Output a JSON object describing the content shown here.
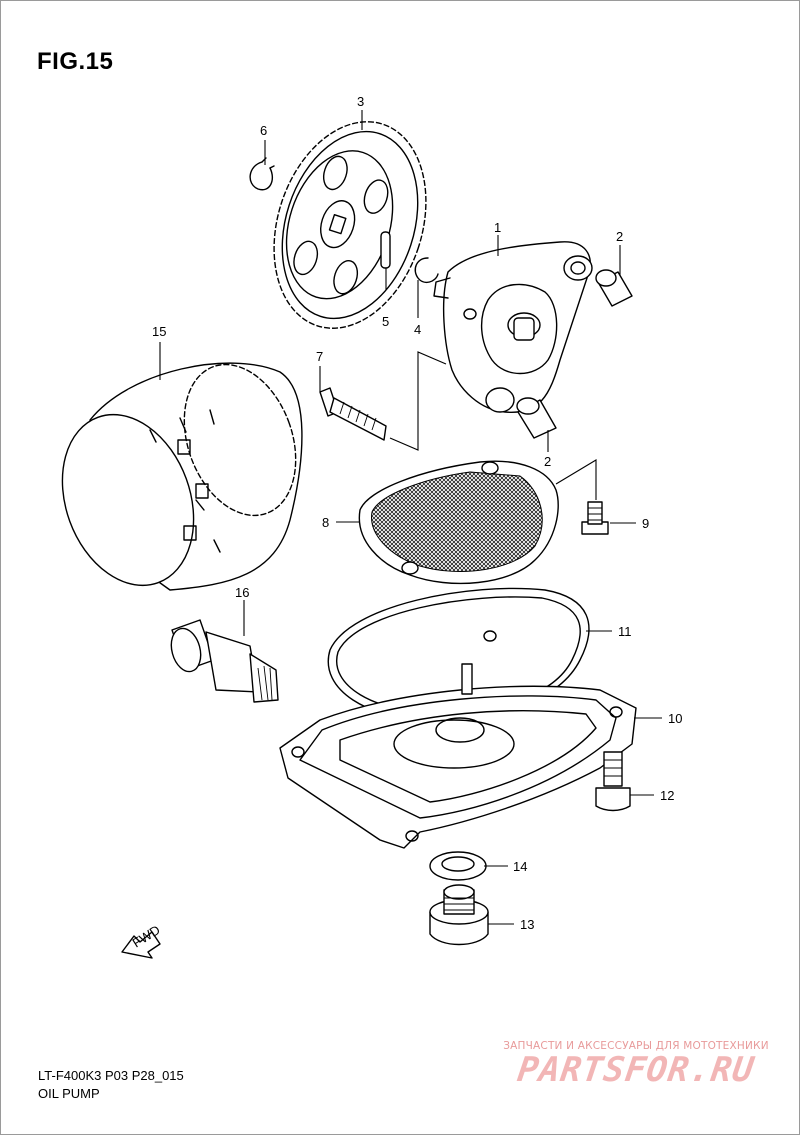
{
  "figure": {
    "title": "FIG.15"
  },
  "footer": {
    "model_code": "LT-F400K3 P03 P28_015",
    "section_name": "OIL PUMP"
  },
  "fwd_arrow": {
    "label": "FWD"
  },
  "watermark": {
    "tagline": "ЗАПЧАСТИ И АКСЕССУАРЫ ДЛЯ МОТОТЕХНИКИ",
    "logo_text": "PARTSFOR.RU"
  },
  "callouts": {
    "c1": "1",
    "c2a": "2",
    "c2b": "2",
    "c3": "3",
    "c4": "4",
    "c5": "5",
    "c6": "6",
    "c7": "7",
    "c8": "8",
    "c9": "9",
    "c10": "10",
    "c11": "11",
    "c12": "12",
    "c13": "13",
    "c14": "14",
    "c15": "15",
    "c16": "16"
  },
  "colors": {
    "line": "#000000",
    "frame": "#9a9a9a",
    "watermark": "#f2b6b6"
  }
}
